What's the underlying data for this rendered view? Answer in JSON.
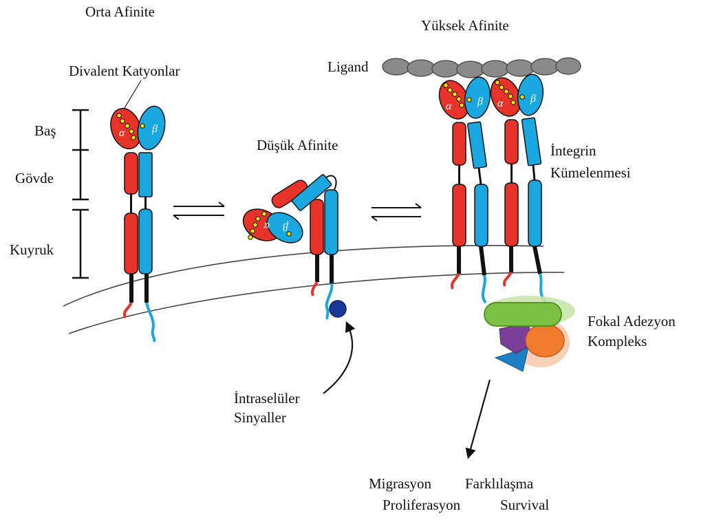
{
  "labels": {
    "intermediate": "Orta Afinite",
    "high": "Yüksek Afinite",
    "ligand": "Ligand",
    "cations": "Divalent Katyonlar",
    "head": "Baş",
    "stalk": "Gövde",
    "tail": "Kuyruk",
    "low": "Düşük Afinite",
    "clustering_1": "İntegrin",
    "clustering_2": "Kümelenmesi",
    "focal_1": "Fokal Adezyon",
    "focal_2": "Kompleks",
    "intracellular_1": "İntraselüler",
    "intracellular_2": "Sinyaller",
    "outcome_1": "Migrasyon",
    "outcome_2": "Farklılaşma",
    "outcome_3": "Proliferasyon",
    "outcome_4": "Survival",
    "alpha": "α",
    "beta": "β"
  },
  "colors": {
    "alpha": "#e8332a",
    "beta": "#1aa7df",
    "ligand": "#8a8a8a",
    "cation": "#f6e000",
    "green": "#7ac143",
    "purple": "#7b3f9a",
    "orange": "#f07a2e",
    "blue_tri": "#1f7fc3",
    "signal_ball": "#1a3a9a"
  }
}
